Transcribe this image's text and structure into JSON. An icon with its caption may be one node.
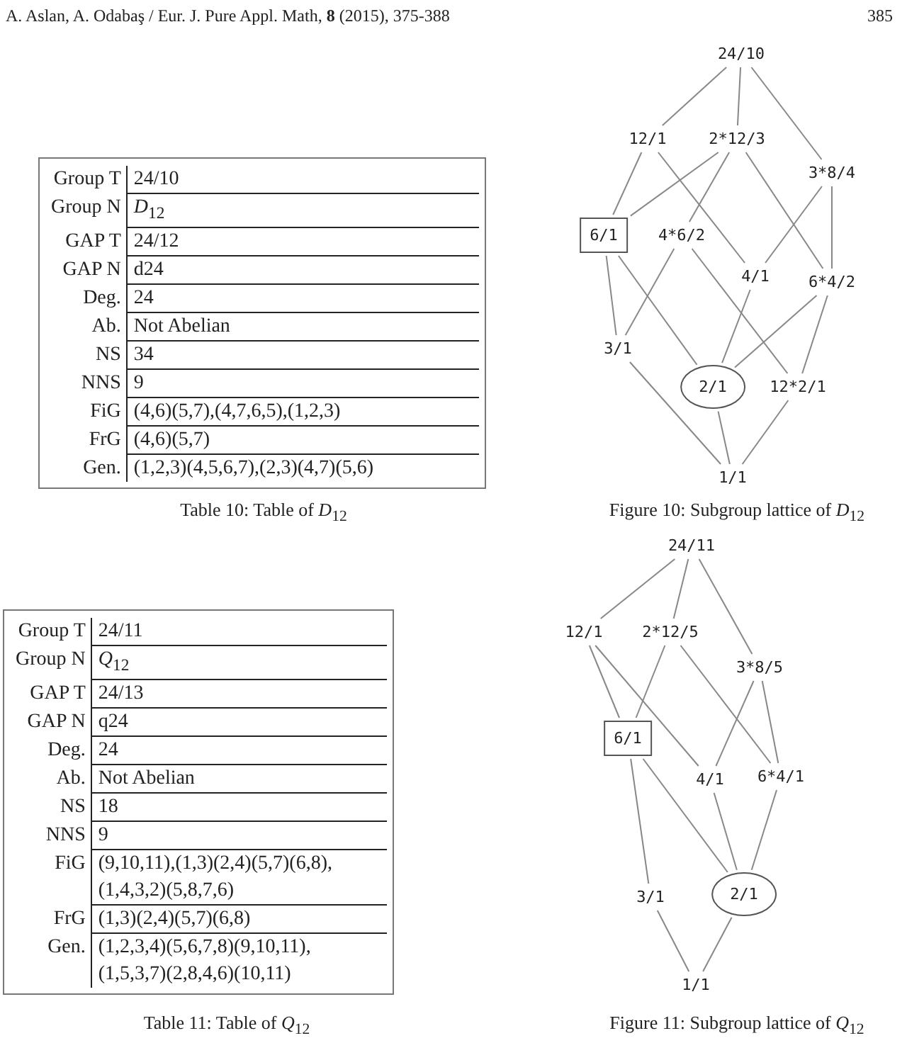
{
  "diagram": {
    "nodes": [
      {
        "text": [
          "24/10"
        ]
      },
      {
        "text": [
          "12/1"
        ]
      },
      {
        "text": [
          "2*12/3"
        ]
      },
      {
        "text": [
          "3*8/4"
        ]
      },
      {
        "text": [
          "6/1"
        ]
      },
      {
        "text": [
          "4*6/2"
        ]
      },
      {
        "text": [
          "4/1"
        ]
      },
      {
        "text": [
          "6*4/2"
        ]
      },
      {
        "text": [
          "3/1"
        ]
      },
      {
        "text": [
          "2/1"
        ]
      },
      {
        "text": [
          "12*2/1"
        ]
      },
      {
        "text": [
          "1/1"
        ]
      },
      {
        "text": [
          "24/11"
        ]
      },
      {
        "text": [
          "12/1"
        ]
      },
      {
        "text": [
          "2*12/5"
        ]
      },
      {
        "text": [
          "3*8/5"
        ]
      },
      {
        "text": [
          "6/1"
        ]
      },
      {
        "text": [
          "4/1"
        ]
      },
      {
        "text": [
          "6*4/1"
        ]
      },
      {
        "text": [
          "3/1"
        ]
      },
      {
        "text": [
          "2/1"
        ]
      },
      {
        "text": [
          "1/1"
        ]
      }
    ],
    "edges": [
      {
        "from": 0,
        "to": 1,
        "arrow": "none"
      },
      {
        "from": 0,
        "to": 2,
        "arrow": "none"
      },
      {
        "from": 0,
        "to": 3,
        "arrow": "none"
      },
      {
        "from": 1,
        "to": 4,
        "arrow": "none"
      },
      {
        "from": 1,
        "to": 6,
        "arrow": "none"
      },
      {
        "from": 2,
        "to": 4,
        "arrow": "none"
      },
      {
        "from": 2,
        "to": 5,
        "arrow": "none"
      },
      {
        "from": 2,
        "to": 7,
        "arrow": "none"
      },
      {
        "from": 3,
        "to": 6,
        "arrow": "none"
      },
      {
        "from": 3,
        "to": 7,
        "arrow": "none"
      },
      {
        "from": 4,
        "to": 8,
        "arrow": "none"
      },
      {
        "from": 4,
        "to": 9,
        "arrow": "none"
      },
      {
        "from": 5,
        "to": 8,
        "arrow": "none"
      },
      {
        "from": 5,
        "to": 10,
        "arrow": "none"
      },
      {
        "from": 6,
        "to": 9,
        "arrow": "none"
      },
      {
        "from": 7,
        "to": 9,
        "arrow": "none"
      },
      {
        "from": 7,
        "to": 10,
        "arrow": "none"
      },
      {
        "from": 8,
        "to": 11,
        "arrow": "none"
      },
      {
        "from": 9,
        "to": 11,
        "arrow": "none"
      },
      {
        "from": 10,
        "to": 11,
        "arrow": "none"
      },
      {
        "from": 12,
        "to": 13,
        "arrow": "none"
      },
      {
        "from": 12,
        "to": 14,
        "arrow": "none"
      },
      {
        "from": 12,
        "to": 15,
        "arrow": "none"
      },
      {
        "from": 13,
        "to": 16,
        "arrow": "none"
      },
      {
        "from": 13,
        "to": 17,
        "arrow": "none"
      },
      {
        "from": 14,
        "to": 16,
        "arrow": "none"
      },
      {
        "from": 14,
        "to": 18,
        "arrow": "none"
      },
      {
        "from": 15,
        "to": 17,
        "arrow": "none"
      },
      {
        "from": 15,
        "to": 18,
        "arrow": "none"
      },
      {
        "from": 16,
        "to": 19,
        "arrow": "none"
      },
      {
        "from": 16,
        "to": 20,
        "arrow": "none"
      },
      {
        "from": 17,
        "to": 20,
        "arrow": "none"
      },
      {
        "from": 18,
        "to": 20,
        "arrow": "none"
      },
      {
        "from": 19,
        "to": 21,
        "arrow": "none"
      },
      {
        "from": 20,
        "to": 21,
        "arrow": "none"
      }
    ],
    "labels": [
      "A. Aslan, A. Odabaş / Eur. J. Pure Appl. Math, **8** (2015), 375-388",
      "385",
      "Group T",
      "24/10",
      "Group N",
      "*D*$_{12}$",
      "GAP T",
      "24/12",
      "GAP N",
      "d24",
      "Deg.",
      "24",
      "Ab.",
      "Not Abelian",
      "NS",
      "34",
      "NNS",
      "9",
      "FiG",
      "(4,6)(5,7),(4,7,6,5),(1,2,3)",
      "FrG",
      "(4,6)(5,7)",
      "Gen.",
      "(1,2,3)(4,5,6,7),(2,3)(4,7)(5,6)",
      "Table 10: Table of *D*$_{12}$",
      "Figure 10: Subgroup lattice of *D*$_{12}$",
      "Group T",
      "24/11",
      "Group N",
      "*Q*$_{12}$",
      "GAP T",
      "24/13",
      "GAP N",
      "q24",
      "Deg.",
      "24",
      "Ab.",
      "Not Abelian",
      "NS",
      "18",
      "NNS",
      "9",
      "FiG",
      "(9,10,11),(1,3)(2,4)(5,7)(6,8), (1,4,3,2)(5,8,7,6)",
      "FrG",
      "(1,3)(2,4)(5,7)(6,8)",
      "Gen.",
      "(1,2,3,4)(5,6,7,8)(9,10,11), (1,5,3,7)(2,8,4,6)(10,11)",
      "Table 11: Table of *Q*$_{12}$",
      "Figure 11: Subgroup lattice of *Q*$_{12}$"
    ]
  }
}
